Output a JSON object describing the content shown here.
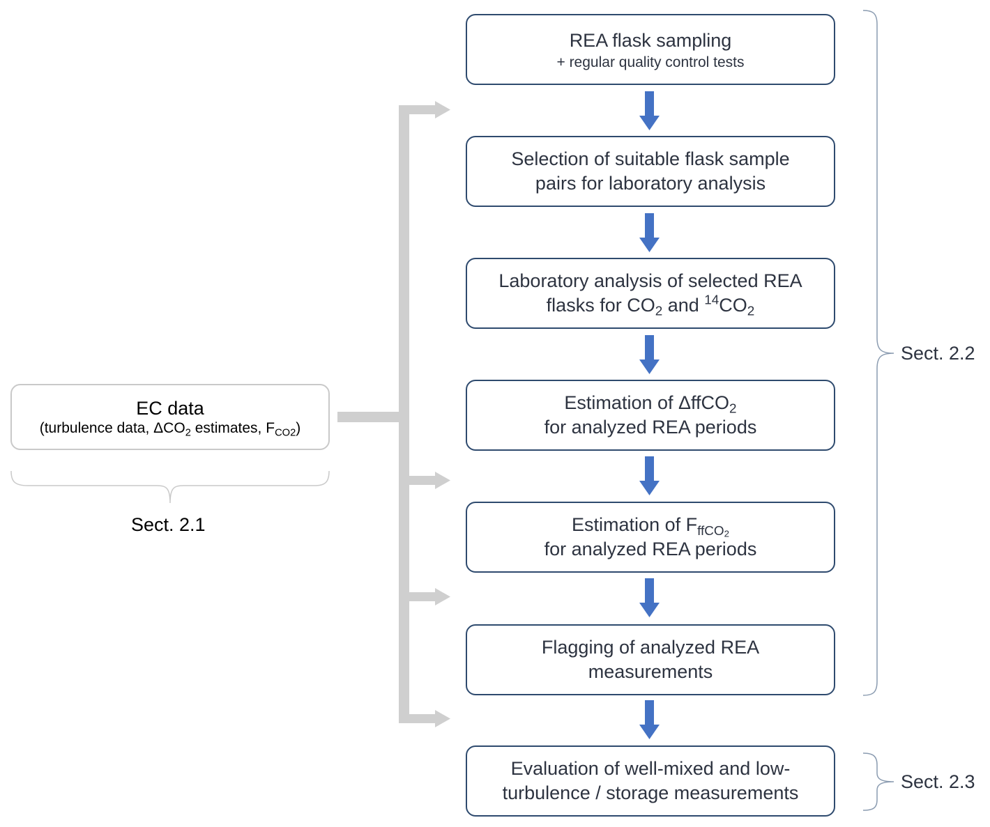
{
  "flow_boxes": [
    {
      "line1": "REA flask sampling",
      "line2": "+ regular quality control tests"
    },
    {
      "line1": "Selection of suitable flask sample",
      "line2": "pairs for laboratory analysis"
    },
    {
      "line1_pre": "Laboratory analysis of selected REA",
      "line2_a": "flasks for CO",
      "line2_sub1": "2",
      "line2_b": " and ",
      "line2_sup": "14",
      "line2_c": "CO",
      "line2_sub2": "2"
    },
    {
      "line1_pre": "Estimation of ΔffCO",
      "line1_sub": "2",
      "line2": "for analyzed REA periods"
    },
    {
      "line1_pre": "Estimation of F",
      "line1_sub": "ffCO",
      "line1_subsub": "2",
      "line2": "for analyzed REA periods"
    },
    {
      "line1": "Flagging of analyzed REA",
      "line2": "measurements"
    },
    {
      "line1": "Evaluation of well-mixed and low-",
      "line2": "turbulence / storage measurements"
    }
  ],
  "ec_box": {
    "title": "EC data",
    "sub_a": "(turbulence data, ΔCO",
    "sub_sub1": "2",
    "sub_b": " estimates, F",
    "sub_sub2": "CO2",
    "sub_c": ")"
  },
  "sections": {
    "s21": "Sect. 2.1",
    "s22": "Sect. 2.2",
    "s23": "Sect. 2.3"
  },
  "colors": {
    "box_border": "#2e4a6e",
    "flow_arrow": "#4472c4",
    "feed_arrow": "#cfcfcf",
    "bracket": "#8a9bb0",
    "ec_border": "#c9c9c9"
  }
}
